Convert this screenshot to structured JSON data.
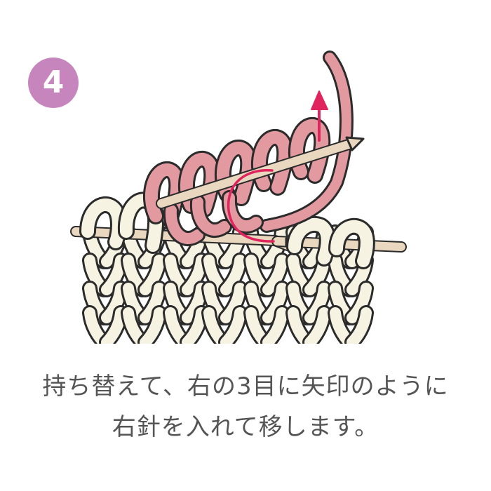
{
  "step": {
    "number": "4",
    "badge_color": "#c685bd"
  },
  "caption": {
    "line1": "持ち替えて、右の3目に矢印のように",
    "line2": "右針を入れて移します。"
  },
  "colors": {
    "cream_yarn": "#f7f3e2",
    "cream_outline": "#2b2b2b",
    "pink_yarn": "#e29aa0",
    "needle": "#e9d8bf",
    "needle_shadow": "#c8ac86",
    "arrow": "#e0245e"
  },
  "icons": {
    "badge": "step-number-circle",
    "arrow": "up-arrow-icon"
  }
}
